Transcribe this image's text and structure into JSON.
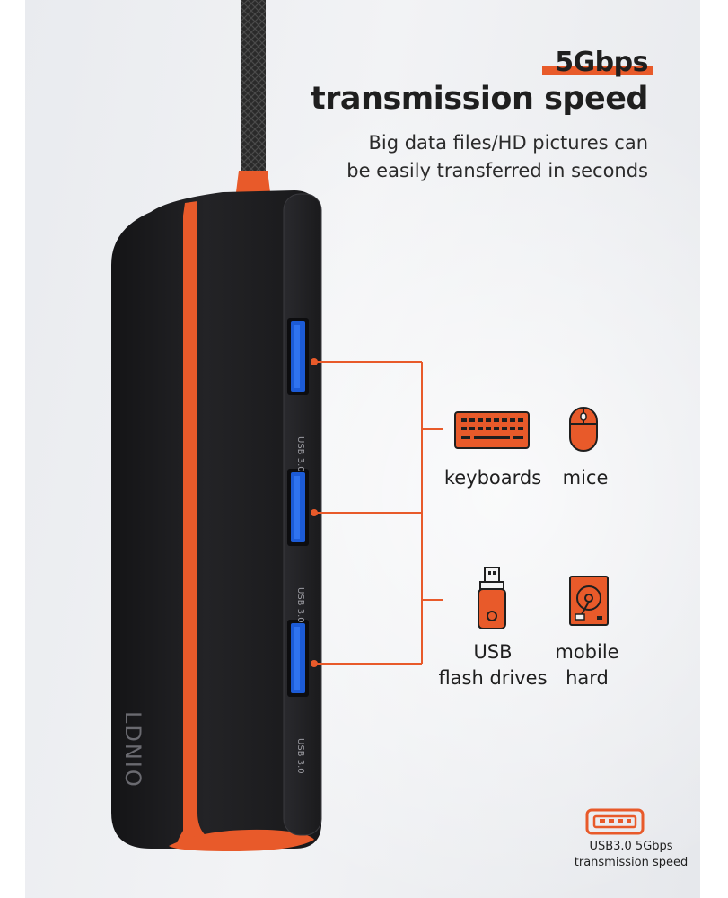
{
  "headline": {
    "highlight": "5Gbps",
    "title": "transmission speed",
    "subtitle_line1": "Big data files/HD pictures can",
    "subtitle_line2": "be easily transferred in seconds"
  },
  "device": {
    "brand": "LDNIO",
    "port_label": "USB 3.0",
    "port_count": 3
  },
  "devices": {
    "keyboards": "keyboards",
    "mice": "mice",
    "usb_line1": "USB",
    "usb_line2": "flash drives",
    "hard_line1": "mobile",
    "hard_line2": "hard"
  },
  "footer": {
    "line1": "USB3.0 5Gbps",
    "line2": "transmission speed"
  },
  "icons": {
    "keyboard": "keyboard-icon",
    "mouse": "mouse-icon",
    "usb_drive": "usb-drive-icon",
    "hard_drive": "hard-drive-icon",
    "usb_port": "usb-port-icon"
  },
  "colors": {
    "accent": "#e85a2a",
    "body": "#1c1c1e",
    "text": "#1f1f1f"
  }
}
